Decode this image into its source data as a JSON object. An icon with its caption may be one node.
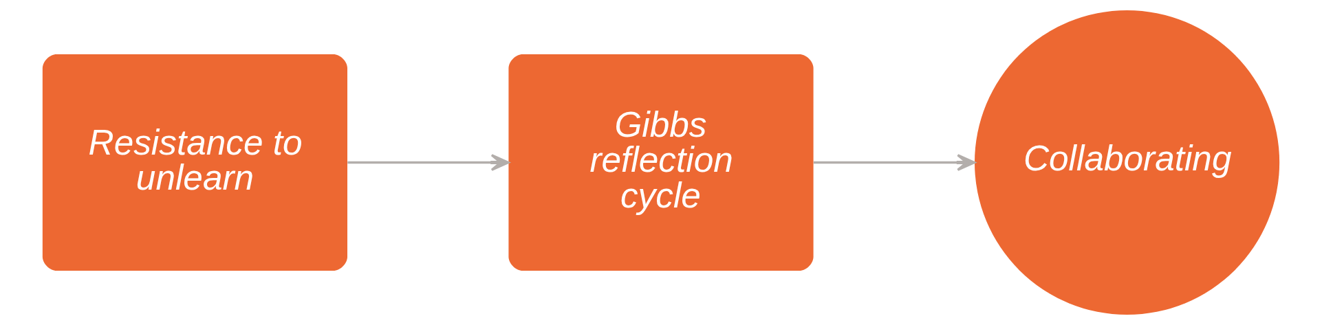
{
  "diagram": {
    "nodes": [
      {
        "text": [
          "Resistance to unlearn"
        ]
      },
      {
        "text": [
          "Gibbs reflection cycle"
        ]
      },
      {
        "text": [
          "Collaborating"
        ]
      }
    ],
    "edges": [
      {
        "from": 0,
        "to": 1,
        "arrow": "to"
      },
      {
        "from": 1,
        "to": 2,
        "arrow": "to"
      }
    ]
  }
}
